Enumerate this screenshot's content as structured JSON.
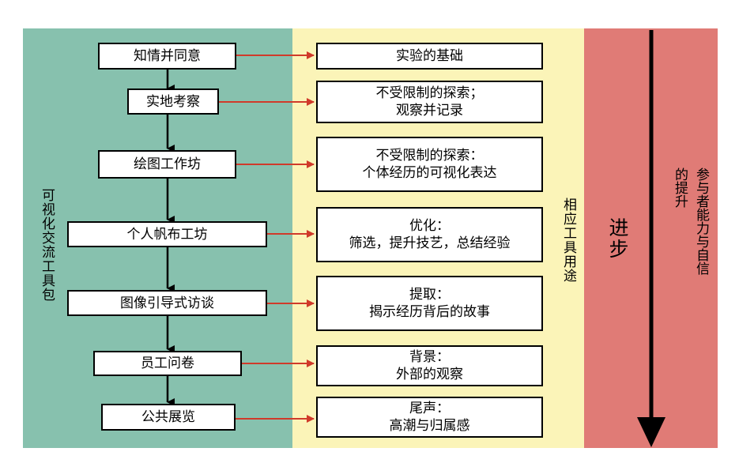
{
  "colors": {
    "green_band": "#87c1ae",
    "yellow_band": "#fbf4b8",
    "red_band": "#e07b76",
    "connector_arrow": "#d03a2a",
    "flow_arrow": "#000000"
  },
  "bands": {
    "toolkit_label": "可视化交流工具包",
    "usage_label": "相应工具用途",
    "progress_label": "进步",
    "outcome_label": [
      "参与者能力与自信",
      "的提升"
    ]
  },
  "tools": [
    {
      "label": "知情并同意"
    },
    {
      "label": "实地考察"
    },
    {
      "label": "绘图工作坊"
    },
    {
      "label": "个人帆布工坊"
    },
    {
      "label": "图像引导式访谈"
    },
    {
      "label": "员工问卷"
    },
    {
      "label": "公共展览"
    }
  ],
  "uses": [
    {
      "lines": [
        "实验的基础"
      ]
    },
    {
      "lines": [
        "不受限制的探索；",
        "观察并记录"
      ]
    },
    {
      "lines": [
        "不受限制的探索：",
        "个体经历的可视化表达"
      ]
    },
    {
      "lines": [
        "优化：",
        "筛选，提升技艺，总结经验"
      ]
    },
    {
      "lines": [
        "提取：",
        "揭示经历背后的故事"
      ]
    },
    {
      "lines": [
        "背景：",
        "外部的观察"
      ]
    },
    {
      "lines": [
        "尾声：",
        "高潮与归属感"
      ]
    }
  ]
}
